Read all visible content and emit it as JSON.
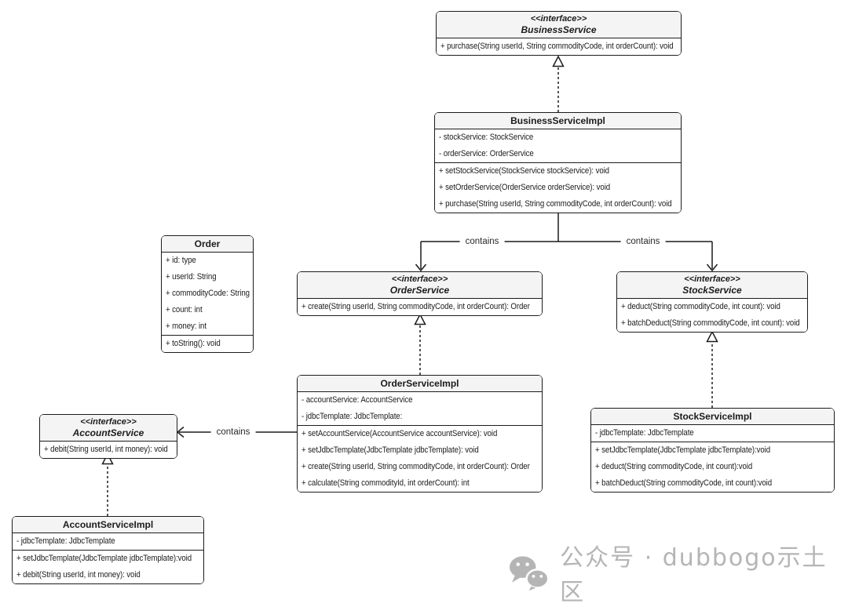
{
  "labels": {
    "contains": "contains"
  },
  "colors": {
    "border": "#1c1c1c",
    "header_fill": "#f4f4f4",
    "background": "#ffffff",
    "watermark": "#b5b5b5"
  },
  "classes": {
    "business_service": {
      "stereotype": "<<interface>>",
      "name": "BusinessService",
      "methods": [
        "+ purchase(String userId, String commodityCode, int orderCount): void"
      ]
    },
    "business_service_impl": {
      "name": "BusinessServiceImpl",
      "attributes": [
        "- stockService: StockService",
        "- orderService: OrderService"
      ],
      "methods": [
        "+ setStockService(StockService stockService): void",
        "+ setOrderService(OrderService orderService): void",
        "+ purchase(String userId, String commodityCode, int orderCount): void"
      ]
    },
    "order": {
      "name": "Order",
      "attributes": [
        "+ id: type",
        "+ userId: String",
        "+ commodityCode: String",
        "+ count: int",
        "+ money: int"
      ],
      "methods": [
        "+ toString(): void"
      ]
    },
    "order_service": {
      "stereotype": "<<interface>>",
      "name": "OrderService",
      "methods": [
        "+ create(String userId, String commodityCode, int orderCount): Order"
      ]
    },
    "stock_service": {
      "stereotype": "<<interface>>",
      "name": "StockService",
      "methods": [
        "+ deduct(String commodityCode, int count): void",
        "+ batchDeduct(String commodityCode, int count): void"
      ]
    },
    "order_service_impl": {
      "name": "OrderServiceImpl",
      "attributes": [
        "- accountService: AccountService",
        "- jdbcTemplate: JdbcTemplate:"
      ],
      "methods": [
        "+ setAccountService(AccountService accountService): void",
        "+ setJdbcTemplate(JdbcTemplate jdbcTemplate): void",
        "+ create(String userId, String commodityCode, int orderCount): Order",
        "+ calculate(String commodityId, int orderCount): int"
      ]
    },
    "stock_service_impl": {
      "name": "StockServiceImpl",
      "attributes": [
        "- jdbcTemplate: JdbcTemplate"
      ],
      "methods": [
        "+ setJdbcTemplate(JdbcTemplate jdbcTemplate):void",
        "+ deduct(String commodityCode, int count):void",
        "+ batchDeduct(String commodityCode, int count):void"
      ]
    },
    "account_service": {
      "stereotype": "<<interface>>",
      "name": "AccountService",
      "methods": [
        "+ debit(String userId, int money): void"
      ]
    },
    "account_service_impl": {
      "name": "AccountServiceImpl",
      "attributes": [
        "- jdbcTemplate: JdbcTemplate"
      ],
      "methods": [
        "+ setJdbcTemplate(JdbcTemplate jdbcTemplate):void",
        "+ debit(String userId, int money): void"
      ]
    }
  },
  "watermark": {
    "text": "公众号 · dubbogo示土区"
  }
}
